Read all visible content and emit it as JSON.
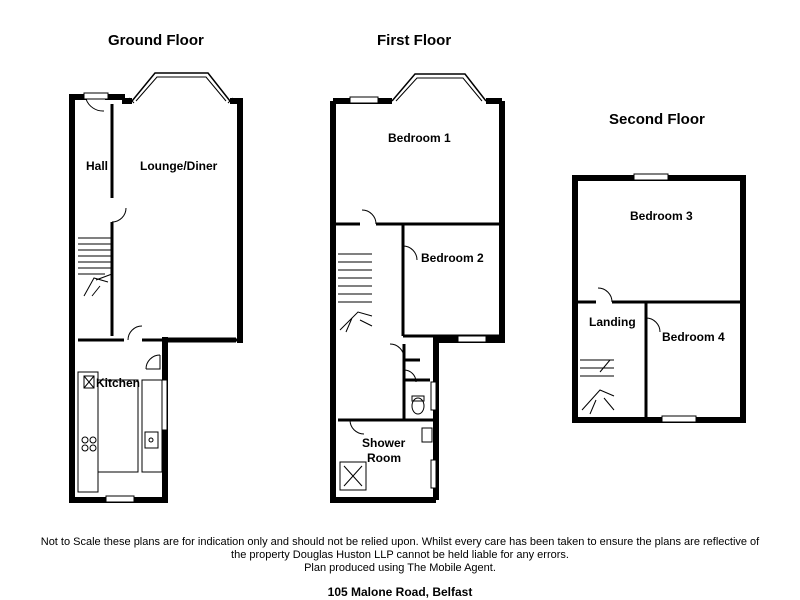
{
  "floors": {
    "ground": {
      "title": "Ground Floor",
      "rooms": {
        "hall": "Hall",
        "lounge": "Lounge/Diner",
        "kitchen": "Kitchen"
      }
    },
    "first": {
      "title": "First Floor",
      "rooms": {
        "bedroom1": "Bedroom 1",
        "bedroom2": "Bedroom 2",
        "shower_line1": "Shower",
        "shower_line2": "Room"
      }
    },
    "second": {
      "title": "Second Floor",
      "rooms": {
        "bedroom3": "Bedroom 3",
        "landing": "Landing",
        "bedroom4": "Bedroom 4"
      }
    }
  },
  "footer": {
    "disclaimer_line1": "Not to Scale these plans are for indication only and should not be relied upon. Whilst every care has been taken to ensure the plans are reflective of",
    "disclaimer_line2": "the property Douglas Huston LLP cannot be held liable for any errors.",
    "disclaimer_line3": "Plan produced using The Mobile Agent.",
    "address": "105 Malone Road, Belfast"
  }
}
